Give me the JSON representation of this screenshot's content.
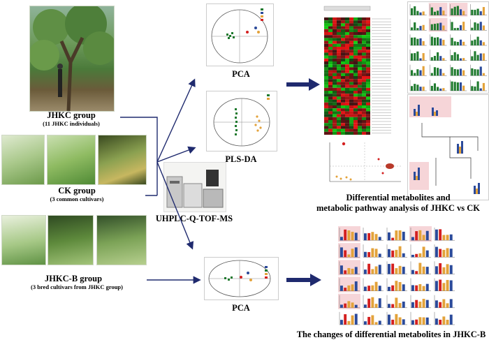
{
  "groups": {
    "jhkc": {
      "title": "JHKC group",
      "subtitle": "(11 JHKC individuals)"
    },
    "ck": {
      "title": "CK group",
      "subtitle": "(3 common cultivars)"
    },
    "jhkcb": {
      "title": "JHKC-B group",
      "subtitle": "(3 bred cultivars from JHKC group)"
    }
  },
  "instrument": {
    "label": "UHPLC-Q-TOF-MS"
  },
  "analyses": {
    "pca_top": "PCA",
    "plsda": "PLS-DA",
    "pca_bottom": "PCA"
  },
  "results": {
    "top_line1": "Differential metabolites and",
    "top_line2": "metabolic pathway analysis of JHKC vs CK",
    "bottom": "The changes of differential metabolites in JHKC-B"
  },
  "colors": {
    "arrow": "#1f2a6e",
    "green": "#1f7a2e",
    "red": "#d42020",
    "orange": "#e3a23a",
    "blue": "#2b4a9a",
    "pink": "#f6d5d8"
  }
}
